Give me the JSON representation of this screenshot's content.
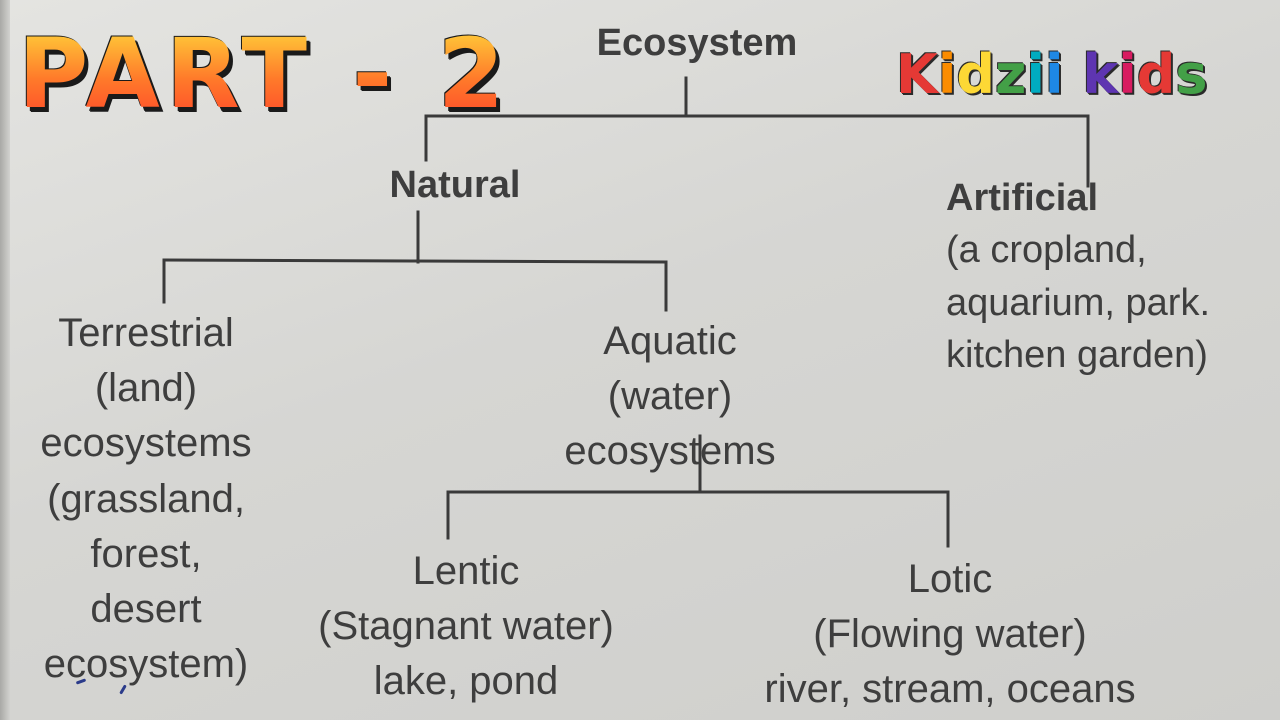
{
  "overlay": {
    "title": "PART - 2",
    "brand": {
      "text": "Kidzii kids",
      "colors": [
        "#e53935",
        "#fb8c00",
        "#fdd835",
        "#43a047",
        "#00acc1",
        "#1e88e5",
        "#5e35b1",
        "#d81b60",
        "#e53935",
        "#43a047",
        "#1e88e5"
      ]
    }
  },
  "diagram": {
    "root": {
      "label": "Ecosystem"
    },
    "natural": {
      "label": "Natural"
    },
    "artificial": {
      "label": "Artificial",
      "examples": [
        "(a cropland,",
        "aquarium, park.",
        "kitchen garden)"
      ]
    },
    "terrestrial": {
      "lines": [
        "Terrestrial",
        "(land)",
        "ecosystems",
        "(grassland,",
        "forest,",
        "desert",
        "ecosystem)"
      ]
    },
    "aquatic": {
      "lines": [
        "Aquatic",
        "(water)",
        "ecosystems"
      ]
    },
    "lentic": {
      "lines": [
        "Lentic",
        "(Stagnant water)",
        "lake, pond"
      ]
    },
    "lotic": {
      "lines": [
        "Lotic",
        "(Flowing water)",
        "river, stream, oceans"
      ]
    }
  },
  "colors": {
    "ink": "#3e3e3e",
    "paper": "#dcdcd9",
    "title_gradient": [
      "#ffd23a",
      "#ff7a2a",
      "#ff4a2a"
    ]
  }
}
